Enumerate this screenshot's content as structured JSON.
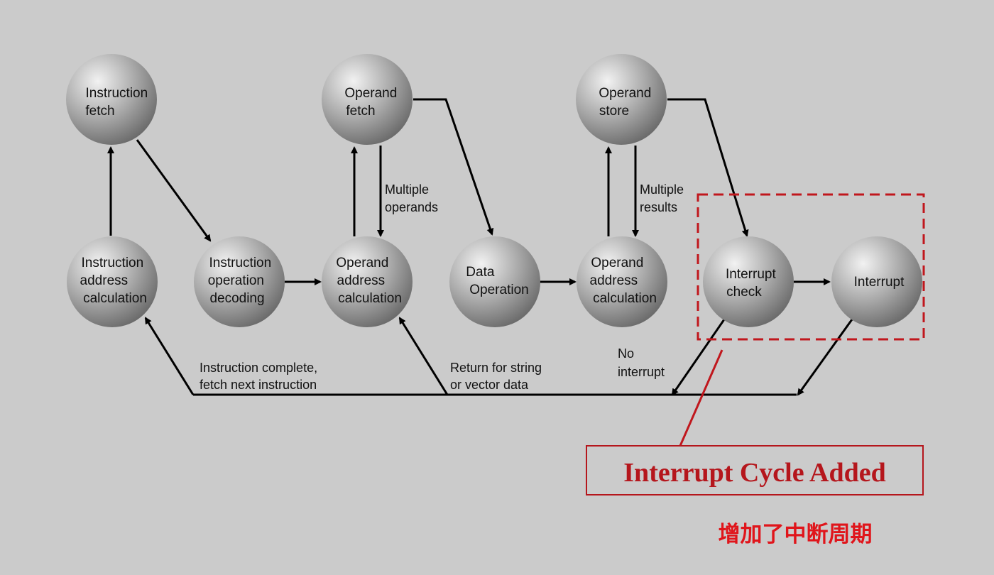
{
  "nodes": {
    "instruction_fetch": [
      "Instruction",
      "fetch"
    ],
    "operand_fetch": [
      "Operand",
      "fetch"
    ],
    "operand_store": [
      "Operand",
      "store"
    ],
    "instruction_address_calculation": [
      "Instruction",
      "address",
      "calculation"
    ],
    "instruction_operation_decoding": [
      "Instruction",
      "operation",
      "decoding"
    ],
    "operand_address_calculation_1": [
      "Operand",
      "address",
      "calculation"
    ],
    "data_operation": [
      "Data",
      "Operation"
    ],
    "operand_address_calculation_2": [
      "Operand",
      "address",
      "calculation"
    ],
    "interrupt_check": [
      "Interrupt",
      "check"
    ],
    "interrupt": [
      "Interrupt"
    ]
  },
  "edge_labels": {
    "multiple_operands": [
      "Multiple",
      "operands"
    ],
    "multiple_results": [
      "Multiple",
      "results"
    ],
    "instruction_complete": [
      "Instruction complete,",
      "fetch next instruction"
    ],
    "return_for_string": [
      "Return for string",
      "or vector data"
    ],
    "no_interrupt": [
      "No",
      "interrupt"
    ]
  },
  "callout": {
    "title": "Interrupt Cycle Added",
    "subtitle_cn": "增加了中断周期"
  },
  "colors": {
    "background": "#cbcbcb",
    "node_light": "#eeeeee",
    "node_dark": "#6f6f6f",
    "arrow": "#000000",
    "highlight": "#c0171d",
    "cn_text": "#e0151b"
  }
}
